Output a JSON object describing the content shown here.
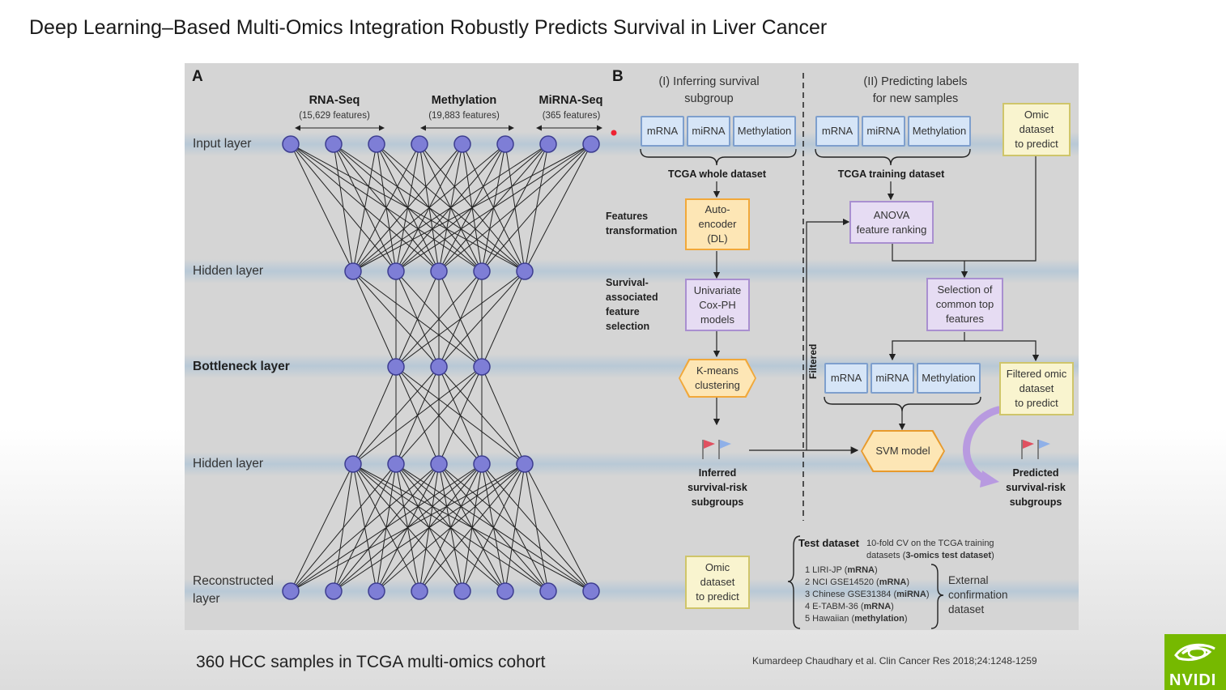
{
  "slide_title": "Deep Learning–Based Multi-Omics Integration Robustly Predicts Survival in Liver Cancer",
  "panel_a": {
    "letter": "A",
    "columns": [
      {
        "name": "RNA-Seq",
        "features": "(15,629 features)"
      },
      {
        "name": "Methylation",
        "features": "(19,883 features)"
      },
      {
        "name": "MiRNA-Seq",
        "features": "(365 features)"
      }
    ],
    "layers": {
      "input": "Input layer",
      "hidden1": "Hidden layer",
      "bottleneck": "Bottleneck layer",
      "hidden2": "Hidden layer",
      "reconstructed_line1": "Reconstructed",
      "reconstructed_line2": "layer"
    }
  },
  "panel_b": {
    "letter": "B",
    "section1": {
      "line1": "(I) Inferring survival",
      "line2": "subgroup"
    },
    "section2": {
      "line1": "(II) Predicting labels",
      "line2": "for new samples"
    },
    "omic_labels": {
      "mrna": "mRNA",
      "mirna": "miRNA",
      "methylation": "Methylation"
    },
    "tcga_whole": "TCGA whole dataset",
    "tcga_training": "TCGA training dataset",
    "features_transformation": {
      "line1": "Features",
      "line2": "transformation"
    },
    "autoencoder": {
      "line1": "Auto-",
      "line2": "encoder",
      "line3": "(DL)"
    },
    "survival_selection": {
      "line1": "Survival-",
      "line2": "associated",
      "line3": "feature",
      "line4": "selection"
    },
    "cox": {
      "line1": "Univariate",
      "line2": "Cox-PH",
      "line3": "models"
    },
    "kmeans": {
      "line1": "K-means",
      "line2": "clustering"
    },
    "inferred": {
      "line1": "Inferred",
      "line2": "survival-risk",
      "line3": "subgroups"
    },
    "anova": {
      "line1": "ANOVA",
      "line2": "feature ranking"
    },
    "omic_to_predict": {
      "line1": "Omic",
      "line2": "dataset",
      "line3": "to predict"
    },
    "selection_common": {
      "line1": "Selection of",
      "line2": "common top",
      "line3": "features"
    },
    "filtered_label": "Filtered",
    "filtered_omic": {
      "line1": "Filtered omic",
      "line2": "dataset",
      "line3": "to predict"
    },
    "svm": "SVM model",
    "predicted": {
      "line1": "Predicted",
      "line2": "survival-risk",
      "line3": "subgroups"
    },
    "omic_bottom": {
      "line1": "Omic",
      "line2": "dataset",
      "line3": "to predict"
    },
    "test_dataset": {
      "title": "Test dataset",
      "desc_line1": "10-fold CV on the TCGA training",
      "desc_line2_pre": "datasets (",
      "desc_line2_bold": "3-omics test dataset",
      "desc_line2_post": ")"
    },
    "external_list": [
      {
        "text": "1 LIRI-JP (",
        "bold": "mRNA",
        "end": ")"
      },
      {
        "text": "2 NCI GSE14520 (",
        "bold": "mRNA",
        "end": ")"
      },
      {
        "text": "3 Chinese GSE31384 (",
        "bold": "miRNA",
        "end": ")"
      },
      {
        "text": "4 E-TABM-36 (",
        "bold": "mRNA",
        "end": ")"
      },
      {
        "text": "5 Hawaiian (",
        "bold": "methylation",
        "end": ")"
      }
    ],
    "external_label": {
      "line1": "External",
      "line2": "confirmation",
      "line3": "dataset"
    }
  },
  "footer_cohort": "360 HCC samples in TCGA multi-omics cohort",
  "footer_citation": "Kumardeep Chaudhary et al. Clin Cancer Res 2018;24:1248-1259",
  "logo_text": "NVIDI",
  "colors": {
    "node": "#7e7ed6",
    "omic_fill": "#d6e5f7",
    "orange": "#f1a83a",
    "purple": "#a98fd0",
    "yellow": "#cfc56a",
    "nvidia_green": "#76b900"
  }
}
